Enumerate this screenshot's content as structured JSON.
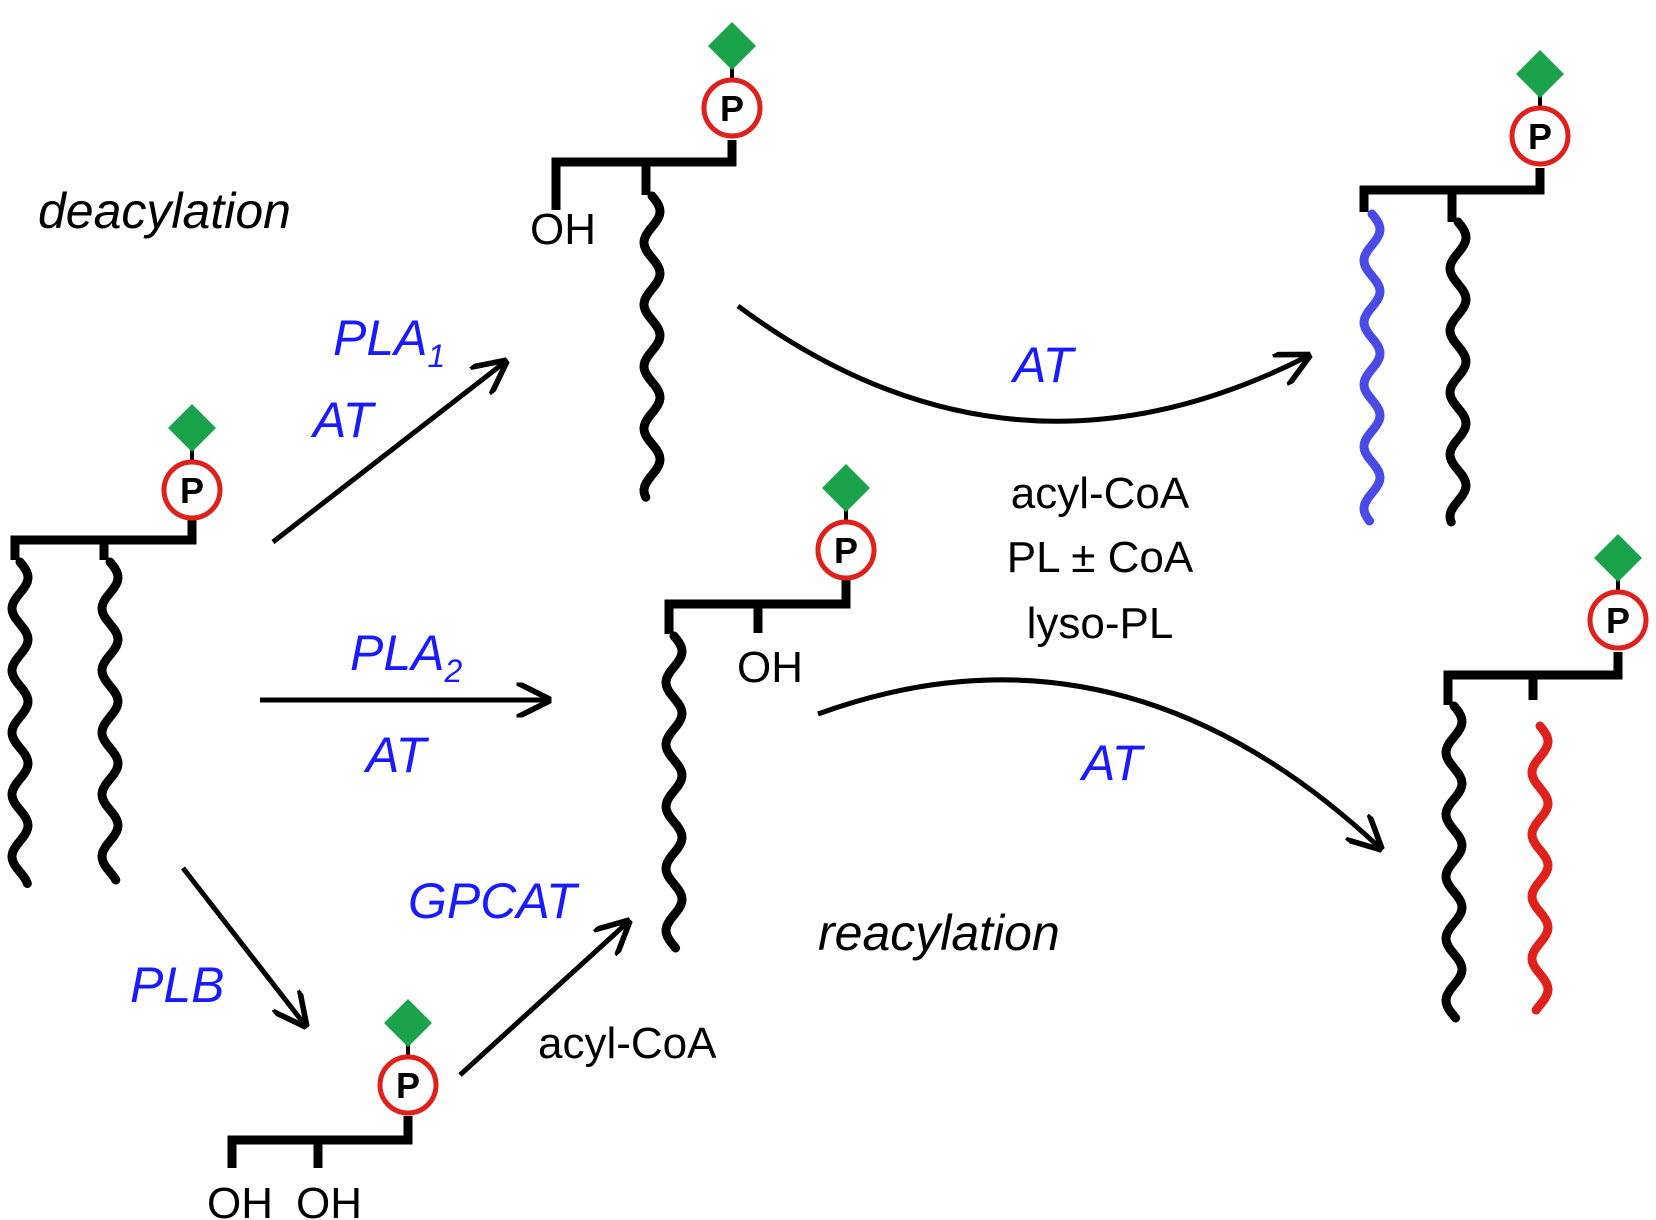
{
  "labels": {
    "deacylation": "deacylation",
    "reacylation": "reacylation",
    "pla1": "PLA",
    "pla1_sub": "1",
    "pla2": "PLA",
    "pla2_sub": "2",
    "at": "AT",
    "plb": "PLB",
    "gpcat": "GPCAT",
    "acyl_coa": "acyl-CoA",
    "pl_coa": "PL ± CoA",
    "lyso_pl": "lyso-PL",
    "oh": "OH",
    "phosphate": "P"
  },
  "colors": {
    "enzyme_text": "#1a1aff",
    "headgroup": "#1aa34a",
    "phosphate_ring": "#e0201b",
    "chain_default": "#000000",
    "chain_new_sn1": "#4a4ae6",
    "chain_new_sn2": "#e0201b"
  },
  "icons": {
    "headgroup": "green-diamond-headgroup-icon",
    "phosphate": "phosphate-circle-icon",
    "acyl_chain": "wavy-acyl-chain-icon"
  }
}
